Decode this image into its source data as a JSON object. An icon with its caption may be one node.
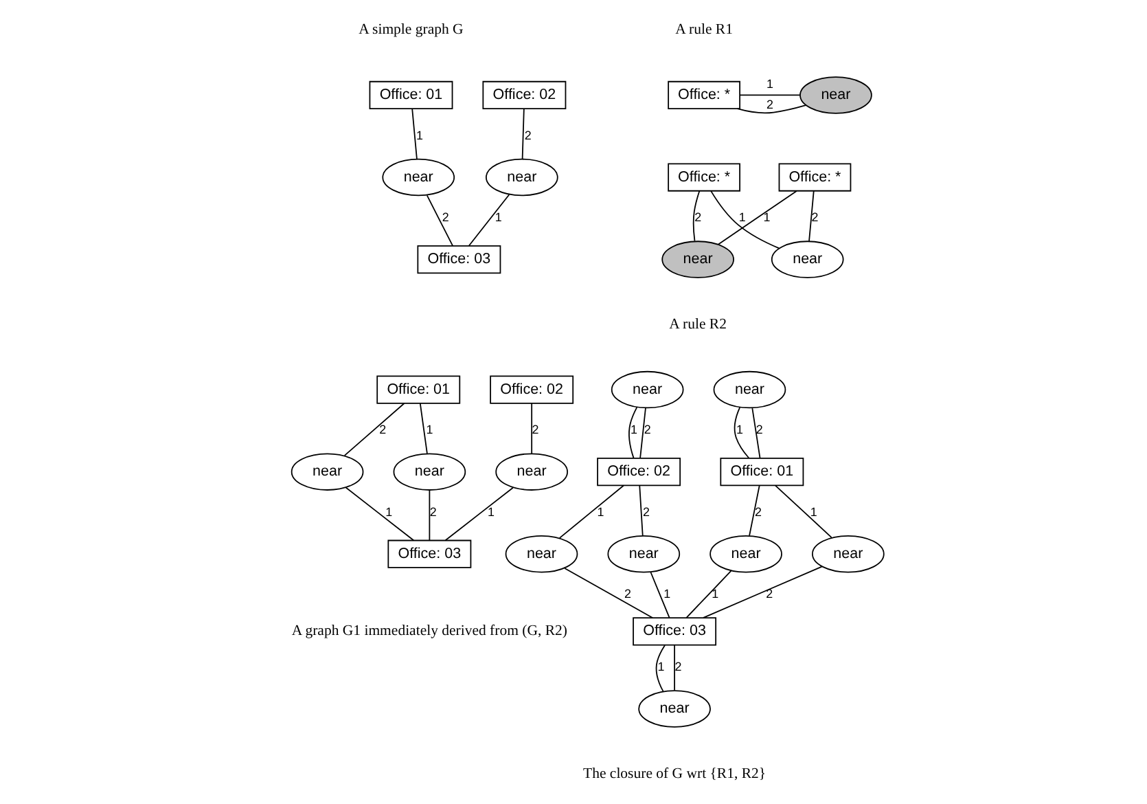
{
  "diagram": {
    "nodes": [
      {
        "text": [
          "Office: 01"
        ]
      },
      {
        "text": [
          "Office: 02"
        ]
      },
      {
        "text": [
          "near"
        ]
      },
      {
        "text": [
          "near"
        ]
      },
      {
        "text": [
          "Office: 03"
        ]
      },
      {
        "text": [
          "Office: *"
        ]
      },
      {
        "text": [
          "near"
        ]
      },
      {
        "text": [
          "Office: *"
        ]
      },
      {
        "text": [
          "near"
        ]
      },
      {
        "text": [
          "near"
        ]
      },
      {
        "text": [
          "Office: *"
        ]
      },
      {
        "text": [
          "Office: 01"
        ]
      },
      {
        "text": [
          "Office: 02"
        ]
      },
      {
        "text": [
          "near"
        ]
      },
      {
        "text": [
          "near"
        ]
      },
      {
        "text": [
          "near"
        ]
      },
      {
        "text": [
          "Office: 03"
        ]
      },
      {
        "text": [
          "near"
        ]
      },
      {
        "text": [
          "near"
        ]
      },
      {
        "text": [
          "Office: 01"
        ]
      },
      {
        "text": [
          "Office: 02"
        ]
      },
      {
        "text": [
          "near"
        ]
      },
      {
        "text": [
          "near"
        ]
      },
      {
        "text": [
          "near"
        ]
      },
      {
        "text": [
          "near"
        ]
      },
      {
        "text": [
          "Office: 03"
        ]
      },
      {
        "text": [
          "near"
        ]
      }
    ],
    "edges": [
      {
        "from": 0,
        "to": 2,
        "arrow": "none",
        "label": "1"
      },
      {
        "from": 2,
        "to": 4,
        "arrow": "none",
        "label": "2"
      },
      {
        "from": 1,
        "to": 3,
        "arrow": "none",
        "label": "2"
      },
      {
        "from": 3,
        "to": 4,
        "arrow": "none",
        "label": "1"
      },
      {
        "from": 5,
        "to": 6,
        "arrow": "none",
        "label": "1"
      },
      {
        "from": 5,
        "to": 6,
        "arrow": "none",
        "label": "2"
      },
      {
        "from": 7,
        "to": 8,
        "arrow": "none",
        "label": "1"
      },
      {
        "from": 8,
        "to": 10,
        "arrow": "none",
        "label": "2"
      },
      {
        "from": 7,
        "to": 9,
        "arrow": "none",
        "label": "2"
      },
      {
        "from": 9,
        "to": 10,
        "arrow": "none",
        "label": "1"
      },
      {
        "from": 11,
        "to": 13,
        "arrow": "none",
        "label": "1"
      },
      {
        "from": 13,
        "to": 16,
        "arrow": "none",
        "label": "2"
      },
      {
        "from": 11,
        "to": 14,
        "arrow": "none",
        "label": "2"
      },
      {
        "from": 14,
        "to": 16,
        "arrow": "none",
        "label": "1"
      },
      {
        "from": 12,
        "to": 15,
        "arrow": "none",
        "label": "2"
      },
      {
        "from": 15,
        "to": 16,
        "arrow": "none",
        "label": "1"
      },
      {
        "from": 17,
        "to": 19,
        "arrow": "none",
        "label": "1"
      },
      {
        "from": 17,
        "to": 19,
        "arrow": "none",
        "label": "2"
      },
      {
        "from": 18,
        "to": 20,
        "arrow": "none",
        "label": "1"
      },
      {
        "from": 18,
        "to": 20,
        "arrow": "none",
        "label": "2"
      },
      {
        "from": 19,
        "to": 21,
        "arrow": "none",
        "label": "1"
      },
      {
        "from": 21,
        "to": 25,
        "arrow": "none",
        "label": "2"
      },
      {
        "from": 19,
        "to": 22,
        "arrow": "none",
        "label": "2"
      },
      {
        "from": 22,
        "to": 25,
        "arrow": "none",
        "label": "1"
      },
      {
        "from": 20,
        "to": 23,
        "arrow": "none",
        "label": "1"
      },
      {
        "from": 23,
        "to": 25,
        "arrow": "none",
        "label": "2"
      },
      {
        "from": 20,
        "to": 24,
        "arrow": "none",
        "label": "2"
      },
      {
        "from": 24,
        "to": 25,
        "arrow": "none",
        "label": "1"
      },
      {
        "from": 25,
        "to": 26,
        "arrow": "none",
        "label": "1"
      },
      {
        "from": 25,
        "to": 26,
        "arrow": "none",
        "label": "2"
      }
    ],
    "labels": [
      "A simple graph G",
      "A rule R1",
      "A rule R2",
      "A graph G1 immediately derived from (G, R2)",
      "The closure of G wrt {R1, R2}"
    ]
  }
}
